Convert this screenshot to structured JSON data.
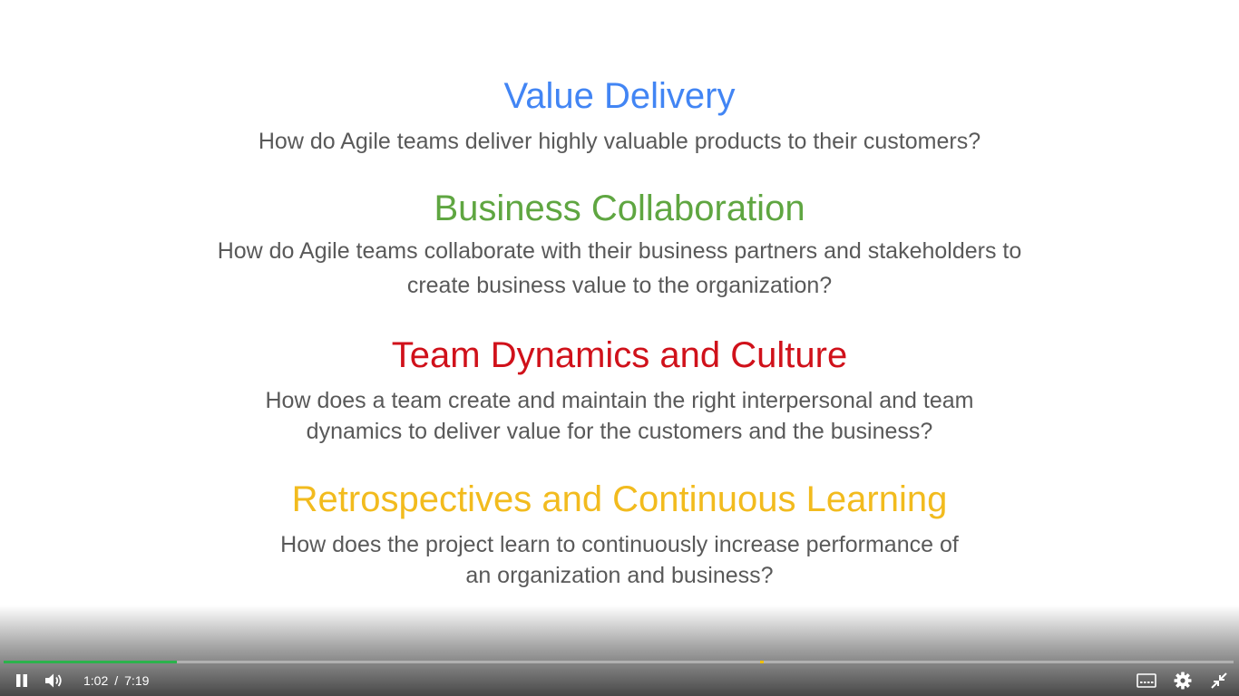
{
  "slide": {
    "sections": [
      {
        "title": "Value Delivery",
        "color": "#4285f4",
        "lines": [
          "How do Agile teams deliver highly valuable products to their customers?"
        ]
      },
      {
        "title": "Business Collaboration",
        "color": "#5fa641",
        "lines": [
          "How do Agile teams collaborate with their business partners and stakeholders to",
          "create business value to the organization?"
        ]
      },
      {
        "title": "Team Dynamics and Culture",
        "color": "#d0111a",
        "lines": [
          "How does a team create and maintain the right interpersonal and team",
          "dynamics to deliver value for the customers and the business?"
        ]
      },
      {
        "title": "Retrospectives and Continuous Learning",
        "color": "#f2bb1e",
        "lines": [
          "How does the project learn to continuously increase performance of",
          "an organization and business?"
        ]
      }
    ]
  },
  "player": {
    "current_time": "1:02",
    "separator": "/",
    "duration": "7:19",
    "progress_fraction": 0.141,
    "progress_color": "#2bb24c",
    "marker_color": "#f0c000",
    "marker_fraction": 0.615,
    "icons": {
      "play_pause": "pause-icon",
      "volume": "volume-icon",
      "captions": "captions-icon",
      "settings": "gear-icon",
      "fullscreen": "exit-fullscreen-icon"
    }
  }
}
